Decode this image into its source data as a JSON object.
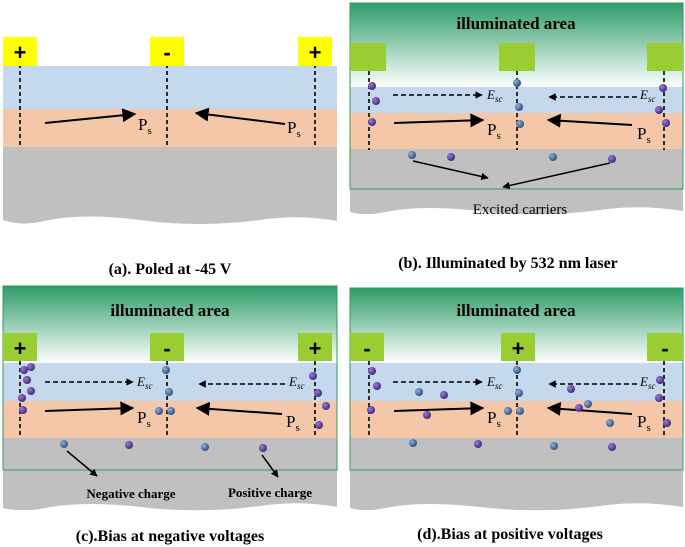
{
  "panels": {
    "a": {
      "caption": "(a). Poled at -45 V",
      "electrodes": [
        "+",
        "-",
        "+"
      ],
      "ps_label": "P",
      "ps_sub": "s"
    },
    "b": {
      "caption": "(b). Illuminated by 532 nm laser",
      "illuminated": "illuminated area",
      "esc_label": "E",
      "esc_sub": "sc",
      "ps_label": "P",
      "ps_sub": "s",
      "carriers_note": "Excited carriers"
    },
    "c": {
      "caption": "(c).Bias at negative voltages",
      "illuminated": "illuminated area",
      "electrodes": [
        "+",
        "-",
        "+"
      ],
      "esc_label": "E",
      "esc_sub": "sc",
      "ps_label": "P",
      "ps_sub": "s",
      "negative_note": "Negative charge",
      "positive_note": "Positive charge"
    },
    "d": {
      "caption": "(d).Bias at positive voltages",
      "illuminated": "illuminated area",
      "electrodes": [
        "-",
        "+",
        "-"
      ],
      "esc_label": "E",
      "esc_sub": "sc",
      "ps_label": "P",
      "ps_sub": "s"
    }
  },
  "colors": {
    "blue_layer": "#c4d8ee",
    "orange_layer": "#f5c7a9",
    "gray_substrate": "#c0c0c0",
    "electrode_yellow": "#ffff00",
    "electrode_green": "#9acd32",
    "illum_top": "#2e9c68",
    "charge_purple": "#5a3a9a",
    "charge_blue": "#3a5f9a"
  }
}
